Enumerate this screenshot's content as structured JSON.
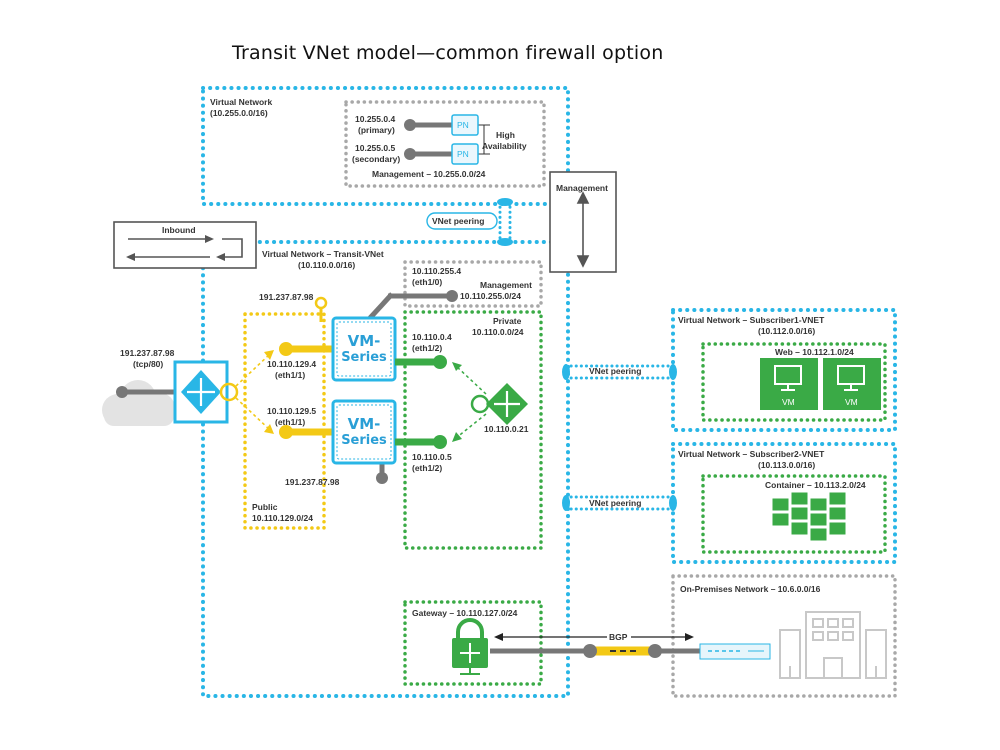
{
  "title": "Transit VNet model—common firewall option",
  "mgmt_vnet": {
    "name": "Virtual Network",
    "cidr": "(10.255.0.0/16)"
  },
  "panorama": {
    "primary_ip": "10.255.0.4",
    "primary_role": "(primary)",
    "secondary_ip": "10.255.0.5",
    "secondary_role": "(secondary)",
    "badge": "PN",
    "ha_line1": "High",
    "ha_line2": "Availability",
    "subnet": "Management – 10.255.0.0/24"
  },
  "management_box": {
    "label": "Management"
  },
  "vnet_peering_label": "VNet peering",
  "inbound": {
    "label": "Inbound"
  },
  "transit_vnet": {
    "name": "Virtual Network – Transit-VNet",
    "cidr": "(10.110.0.0/16)"
  },
  "mgmt_subnet": {
    "ip": "10.110.255.4",
    "iface": "(eth1/0)",
    "name": "Management",
    "cidr": "10.110.255.0/24"
  },
  "private_subnet": {
    "name": "Private",
    "cidr": "10.110.0.0/24"
  },
  "public_subnet": {
    "name": "Public",
    "cidr": "10.110.129.0/24"
  },
  "public_ip_top": "191.237.87.98",
  "public_ip_bottom": "191.237.87.98",
  "lb_public": {
    "ip": "191.237.87.98",
    "port": "(tcp/80)"
  },
  "vm1": {
    "l1": "VM-",
    "l2": "Series",
    "pub_ip": "10.110.129.4",
    "pub_if": "(eth1/1)",
    "priv_ip": "10.110.0.4",
    "priv_if": "(eth1/2)"
  },
  "vm2": {
    "l1": "VM-",
    "l2": "Series",
    "pub_ip": "10.110.129.5",
    "pub_if": "(eth1/1)",
    "priv_ip": "10.110.0.5",
    "priv_if": "(eth1/2)"
  },
  "internal_lb_ip": "10.110.0.21",
  "subscriber1": {
    "name": "Virtual Network – Subscriber1-VNET",
    "cidr": "(10.112.0.0/16)",
    "subnet": "Web – 10.112.1.0/24",
    "vm_label": "VM"
  },
  "subscriber2": {
    "name": "Virtual Network – Subscriber2-VNET",
    "cidr": "(10.113.0.0/16)",
    "subnet": "Container – 10.113.2.0/24"
  },
  "gateway": {
    "subnet": "Gateway – 10.110.127.0/24"
  },
  "bgp_label": "BGP",
  "onprem": {
    "name": "On-Premises Network – 10.6.0.0/16"
  },
  "colors": {
    "blue": "#29b6e6",
    "green": "#3aaa46",
    "yellow": "#f3c916",
    "gray": "#777777",
    "dotgray": "#a8a8a8"
  },
  "icons": [
    "panorama-icon",
    "double-arrow-icon",
    "load-balancer-icon",
    "vm-series-icon",
    "internal-load-balancer-icon",
    "vm-icon",
    "container-icon",
    "vpn-gateway-lock-icon",
    "vpn-device-icon",
    "building-icon",
    "cloud-icon"
  ]
}
